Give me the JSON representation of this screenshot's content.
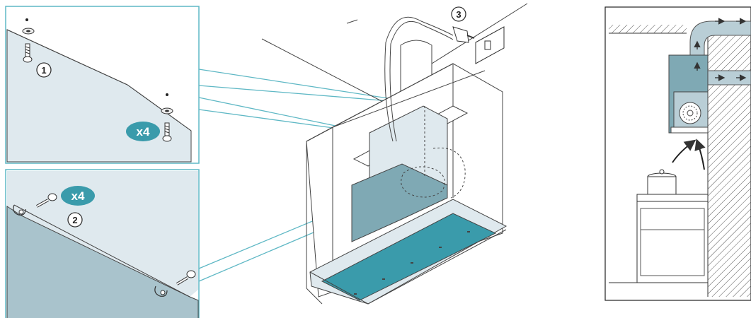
{
  "steps": {
    "step1": "1",
    "step2": "2",
    "step3": "3"
  },
  "badges": {
    "top_qty": "x4",
    "bottom_qty": "x4"
  },
  "colors": {
    "accent": "#3a9bab",
    "panel_light": "#dfe9ee",
    "panel_mid": "#a9c3cc",
    "panel_dark": "#7fa9b4",
    "duct": "#b9ced6",
    "frame": "#5fb8c5",
    "line": "#333333"
  },
  "icons": {
    "screw": "screw-icon",
    "washer": "washer-icon",
    "plug": "plug-icon",
    "socket": "wall-socket-icon",
    "airflow": "airflow-arrow-icon",
    "pot": "cooking-pot-icon"
  }
}
